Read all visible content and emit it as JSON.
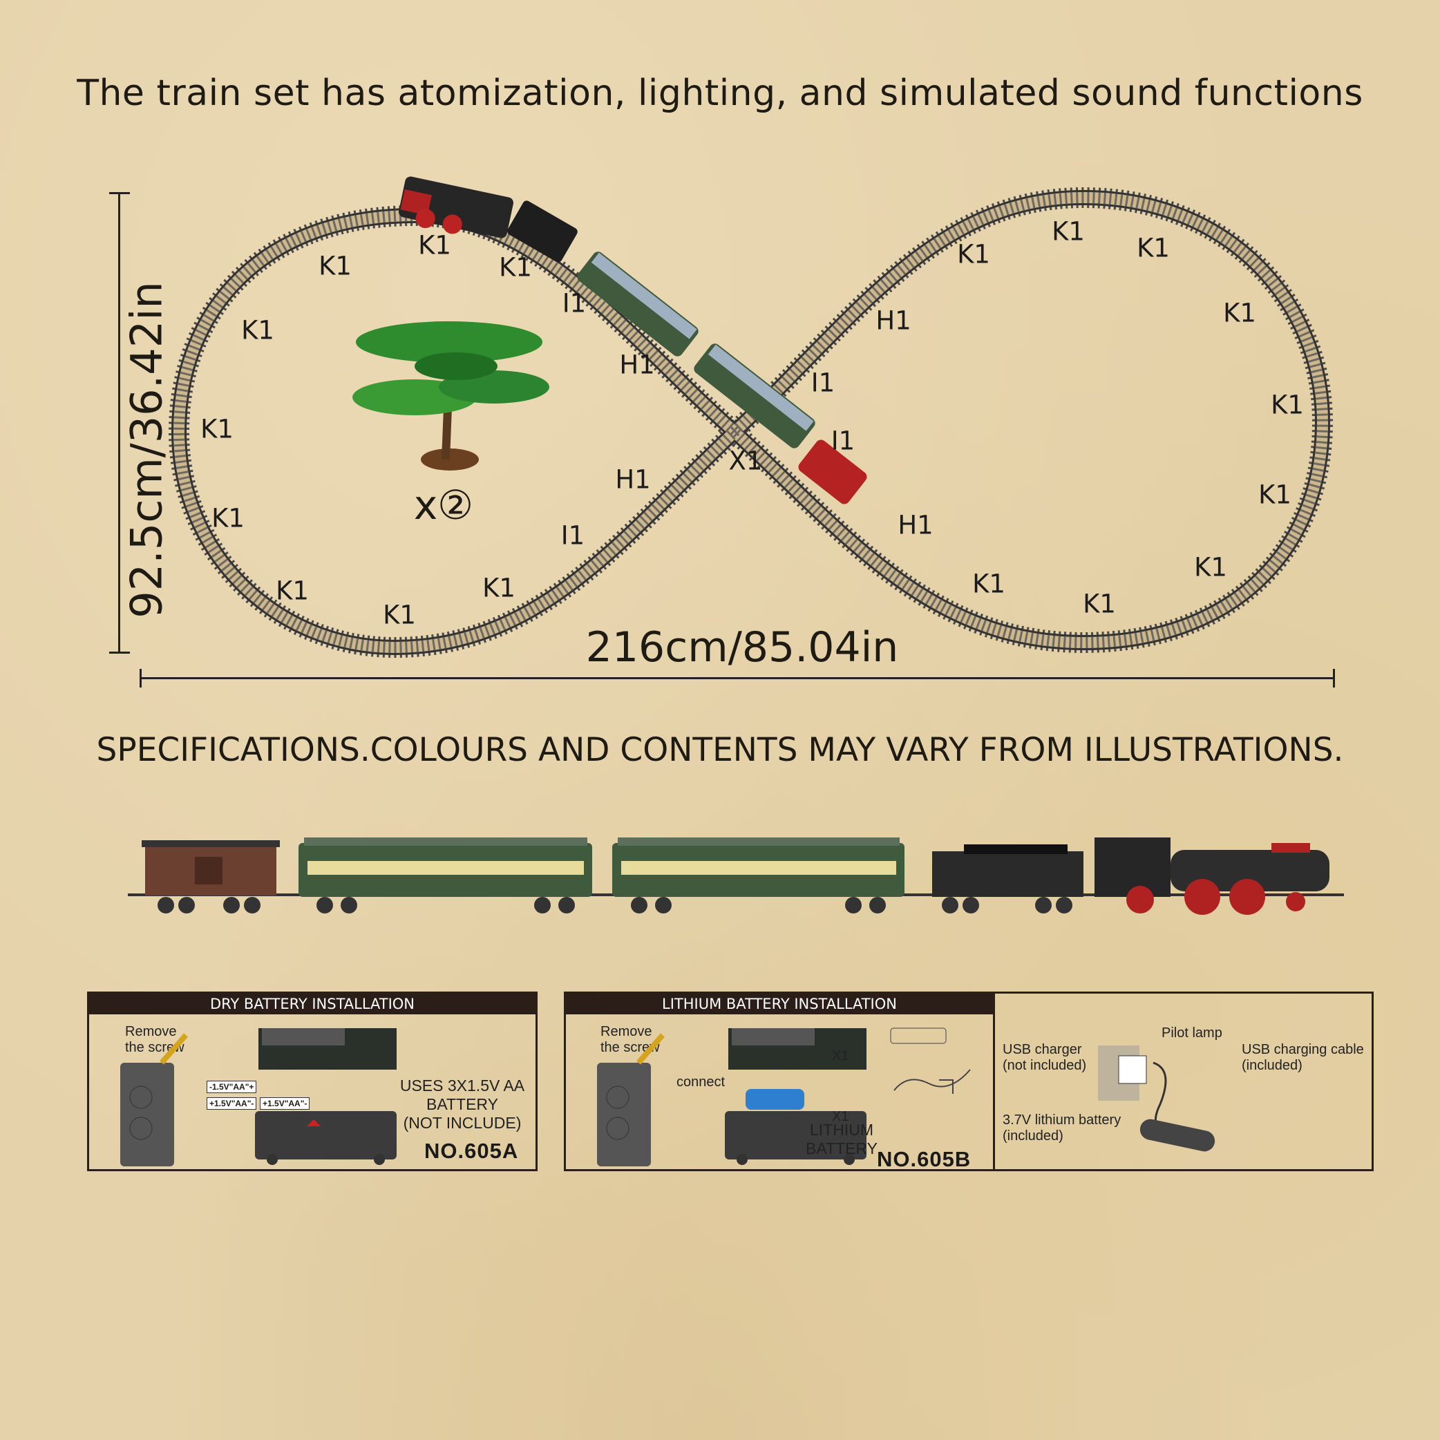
{
  "title": "The train set has atomization, lighting, and simulated sound functions",
  "dimensions": {
    "height": "92.5cm/36.42in",
    "width": "216cm/85.04in"
  },
  "track_labels": [
    "K1",
    "K1",
    "K1",
    "I1",
    "K1",
    "H1",
    "K1",
    "K1",
    "H1",
    "I1",
    "K1",
    "K1",
    "K1",
    "X1",
    "I1",
    "I1",
    "H1",
    "K1",
    "K1",
    "K1",
    "K1",
    "K1",
    "K1",
    "K1",
    "H1",
    "K1",
    "K1"
  ],
  "tree_quantity": "x②",
  "disclaimer": "SPECIFICATIONS.COLOURS AND CONTENTS MAY VARY FROM ILLUSTRATIONS.",
  "dry_battery": {
    "header": "DRY BATTERY INSTALLATION",
    "remove_screw": "Remove the screw",
    "battery_labels": [
      "-1.5V\"AA\"+",
      "+1.5V\"AA\"-",
      "+1.5V\"AA\"-"
    ],
    "uses_line1": "USES 3X1.5V AA",
    "uses_line2": "BATTERY",
    "uses_line3": "(NOT INCLUDE)",
    "model": "NO.605A"
  },
  "lithium_battery": {
    "header": "LITHIUM BATTERY INSTALLATION",
    "remove_screw": "Remove the screw",
    "connect": "connect",
    "qty_battery": "X1",
    "qty_cable": "X1",
    "battery_label": "LITHIUM BATTERY",
    "model": "NO.605B"
  },
  "charging": {
    "usb_charger": "USB charger (not included)",
    "pilot_lamp": "Pilot lamp",
    "usb_cable": "USB charging cable (included)",
    "lithium": "3.7V lithium battery (included)"
  },
  "colors": {
    "track": "#3a3a3a",
    "coach": "#3f5a3c",
    "locomotive": "#2a2a2a",
    "caboose": "#6b4030",
    "header": "#2b1d17"
  }
}
